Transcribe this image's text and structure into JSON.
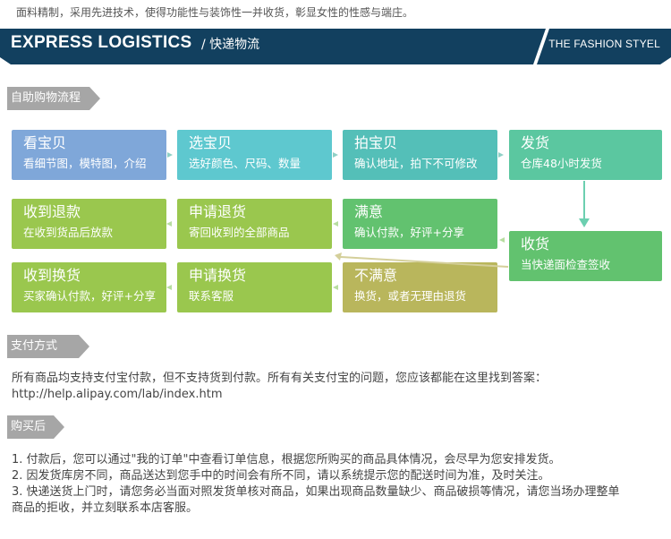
{
  "top_text": "面料精制，采用先进技术，使得功能性与装饰性一并收货，彰显女性的性感与端庄。",
  "banner": {
    "title_en": "EXPRESS LOGISTICS",
    "title_cn": "/ 快递物流",
    "right_text": "THE FASHION STYEL"
  },
  "section1": {
    "label": "自助购物流程"
  },
  "steps": [
    {
      "title": "看宝贝",
      "desc": "看细节图，模特图，介绍"
    },
    {
      "title": "选宝贝",
      "desc": "选好颜色、尺码、数量"
    },
    {
      "title": "拍宝贝",
      "desc": "确认地址，拍下不可修改"
    },
    {
      "title": "发货",
      "desc": "仓库48小时发货"
    },
    {
      "title": "收货",
      "desc": "当快递面检查签收"
    },
    {
      "title": "满意",
      "desc": "确认付款，好评+分享"
    },
    {
      "title": "申请退货",
      "desc": "寄回收到的全部商品"
    },
    {
      "title": "收到退款",
      "desc": "在收到货品后放款"
    },
    {
      "title": "不满意",
      "desc": "换货，或者无理由退货"
    },
    {
      "title": "申请换货",
      "desc": "联系客服"
    },
    {
      "title": "收到换货",
      "desc": "买家确认付款，好评+分享"
    }
  ],
  "section2": {
    "label": "支付方式",
    "text_line1": "所有商品均支持支付宝付款，但不支持货到付款。所有有关支付宝的问题，您应该都能在这里找到答案：",
    "text_line2": "http://help.alipay.com/lab/index.htm"
  },
  "section3": {
    "label": "购买后",
    "items": [
      "1. 付款后，您可以通过\"我的订单\"中查看订单信息，根据您所购买的商品具体情况，会尽早为您安排发货。",
      "2. 因发货库房不同，商品送达到您手中的时间会有所不同，请以系统提示您的配送时间为准，及时关注。",
      "3. 快递送货上门时，请您务必当面对照发货单核对商品，如果出现商品数量缺少、商品破损等情况，请您当场办理整单",
      "商品的拒收，并立刻联系本店客服。"
    ]
  },
  "colors": {
    "banner": "#12405f",
    "tag": "#a6a6a6",
    "blue": "#7fa7d9",
    "cyan": "#5ec8cf",
    "green": "#62c26f",
    "lime": "#9ac74e",
    "olive": "#b9b65c"
  }
}
